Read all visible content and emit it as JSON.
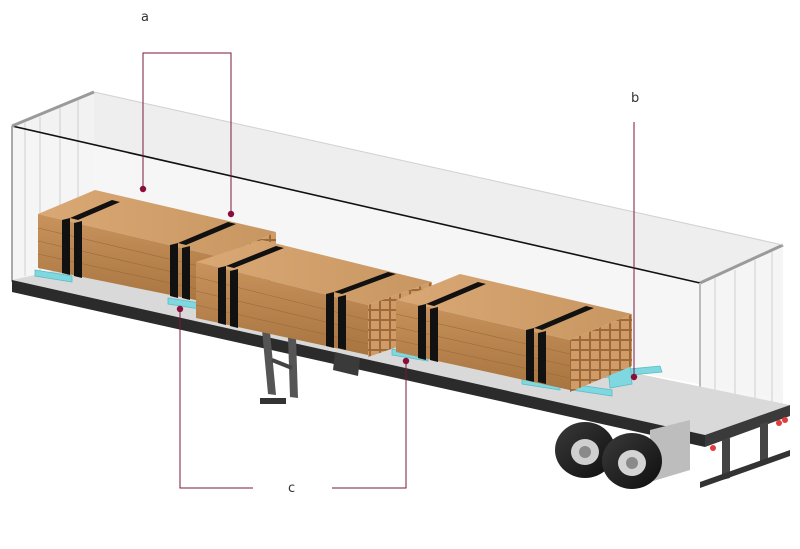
{
  "labels": {
    "a": "a",
    "b": "b",
    "c": "c"
  },
  "colors": {
    "leader": "#7a1a3c",
    "dot": "#8a0e3a",
    "timber_light": "#c8935d",
    "timber_mid": "#b07c4a",
    "timber_dark": "#8a5a30",
    "strap": "#111111",
    "pad": "#7fd8df",
    "deck": "#d6d6d6",
    "frame": "#2b2b2b"
  }
}
